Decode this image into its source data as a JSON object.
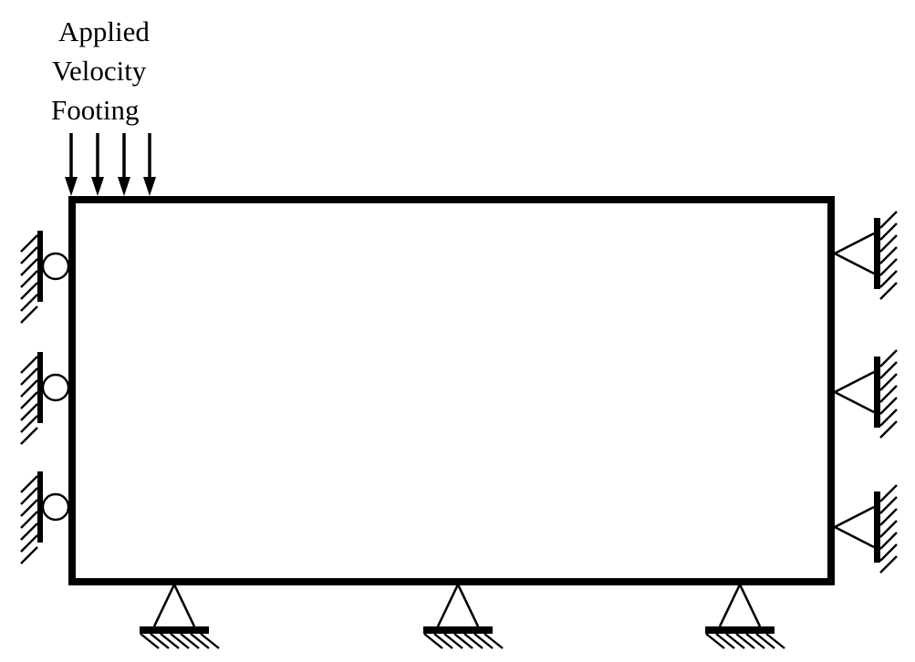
{
  "diagram": {
    "background": "#ffffff",
    "ink": "#000000",
    "label": {
      "lines": [
        "Applied",
        "Velocity",
        "Footing"
      ]
    },
    "applied_velocity": {
      "arrow_count": 4,
      "arrow_direction": "down"
    },
    "domain": {
      "shape": "rectangle",
      "fill": "#ffffff"
    },
    "supports": {
      "left": {
        "symbol": "circle-roller-on-hatched-wall",
        "count": 3
      },
      "right": {
        "symbol": "triangle-roller-on-hatched-wall",
        "count": 3
      },
      "bottom": {
        "symbol": "pin-triangle-on-hatched-ground",
        "count": 3
      }
    }
  }
}
